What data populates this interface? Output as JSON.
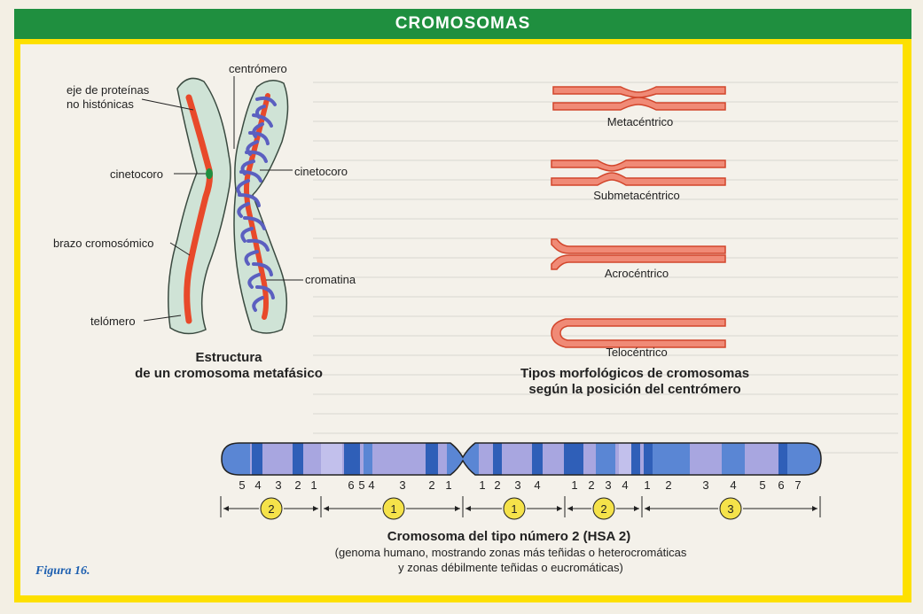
{
  "title": "CROMOSOMAS",
  "structure": {
    "caption_line1": "Estructura",
    "caption_line2": "de un cromosoma metafásico",
    "labels": {
      "centromero": "centrómero",
      "eje_line1": "eje de proteínas",
      "eje_line2": "no histónicas",
      "cinetocoro_left": "cinetocoro",
      "cinetocoro_right": "cinetocoro",
      "brazo": "brazo cromosómico",
      "cromatina": "cromatina",
      "telomero": "telómero"
    }
  },
  "types": {
    "items": [
      "Metacéntrico",
      "Submetacéntrico",
      "Acrocéntrico",
      "Telocéntrico"
    ],
    "caption_line1": "Tipos morfológicos de cromosomas",
    "caption_line2": "según la posición del centrómero"
  },
  "hsa2": {
    "band_numbers": [
      "5",
      "4",
      "3",
      "2",
      "1",
      "6",
      "5",
      "4",
      "3",
      "2",
      "1",
      "1",
      "2",
      "3",
      "4",
      "1",
      "2",
      "3",
      "4",
      "1",
      "2",
      "3",
      "4",
      "5",
      "6",
      "7"
    ],
    "regions": [
      "2",
      "1",
      "1",
      "2",
      "3"
    ],
    "caption_line1": "Cromosoma del tipo número 2 (HSA 2)",
    "caption_line2": "(genoma humano, mostrando zonas más teñidas o heterocromáticas",
    "caption_line3": "y zonas débilmente teñidas o eucromáticas)"
  },
  "figure_label": "Figura 16.",
  "colors": {
    "title_bar": "#1f8f3f",
    "frame": "#fde000",
    "arm_fill": "#cfe3d6",
    "axis": "#e8492a",
    "chromatin": "#5b5fc0",
    "region_circle": "#f5e24a"
  }
}
